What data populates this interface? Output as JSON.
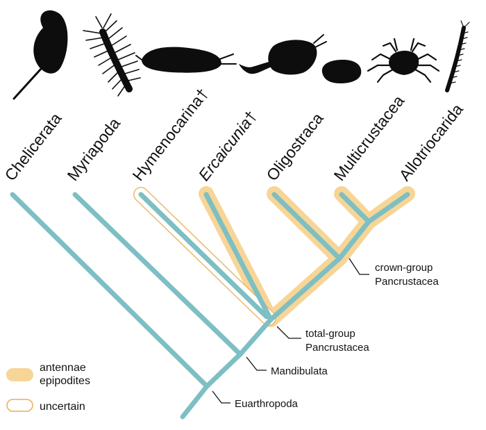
{
  "colors": {
    "branch": "#7dbfc3",
    "highlight": "#f7d596",
    "uncertain_stroke": "#e9b96c",
    "silhouette": "#0d0d0d",
    "text": "#111111"
  },
  "taxa": [
    {
      "id": "chelicerata",
      "label": "Chelicerata",
      "italic": false,
      "dagger": false,
      "icon": "horseshoe-crab-icon"
    },
    {
      "id": "myriapoda",
      "label": "Myriapoda",
      "italic": false,
      "dagger": false,
      "icon": "centipede-icon"
    },
    {
      "id": "hymenocarina",
      "label": "Hymenocarina",
      "italic": false,
      "dagger": true,
      "icon": "bivalved-arthropod-icon"
    },
    {
      "id": "ercaicunia",
      "label": "Ercaicunia",
      "italic": true,
      "dagger": true,
      "icon": "ercaicunia-icon"
    },
    {
      "id": "oligostraca",
      "label": "Oligostraca",
      "italic": false,
      "dagger": false,
      "icon": "ostracod-icon"
    },
    {
      "id": "multicrustacea",
      "label": "Multicrustacea",
      "italic": false,
      "dagger": false,
      "icon": "crab-icon"
    },
    {
      "id": "allotriocarida",
      "label": "Allotriocarida",
      "italic": false,
      "dagger": false,
      "icon": "remipede-icon"
    }
  ],
  "dagger_symbol": "†",
  "nodes": {
    "crown": {
      "line1": "crown-group",
      "line2": "Pancrustacea"
    },
    "total": {
      "line1": "total-group",
      "line2": "Pancrustacea"
    },
    "mandibulata": {
      "label": "Mandibulata"
    },
    "euarthropoda": {
      "label": "Euarthropoda"
    }
  },
  "legend": {
    "antennae_line1": "antennae",
    "antennae_line2": "epipodites",
    "uncertain": "uncertain"
  }
}
